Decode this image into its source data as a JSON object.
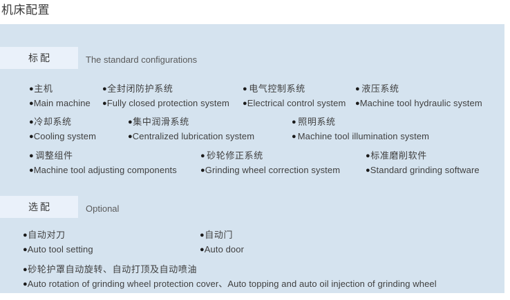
{
  "page": {
    "title": "机床配置"
  },
  "colors": {
    "panel_background": "#d5e3ef",
    "tag_background": "#eaf1fa",
    "text": "#3f3f3f",
    "title_text": "#3b3b3b",
    "caption_text": "#5a5a5a",
    "bullet": "#1b1b1b",
    "page_background": "#ffffff"
  },
  "bullet_glyph": "●",
  "sections": [
    {
      "tag": "标配",
      "caption": "The standard configurations",
      "rows": [
        {
          "items": [
            {
              "cn": "主机",
              "en": "Main machine"
            },
            {
              "cn": "全封闭防护系统",
              "en": "Fully closed protection system"
            },
            {
              "cn": "电气控制系统",
              "en": "Electrical control system"
            },
            {
              "cn": "液压系统",
              "en": "Machine tool hydraulic system"
            }
          ]
        },
        {
          "items": [
            {
              "cn": "冷却系统",
              "en": "Cooling system"
            },
            {
              "cn": "集中润滑系统",
              "en": "Centralized lubrication system"
            },
            {
              "cn": "照明系统",
              "en": "Machine tool illumination system"
            }
          ]
        },
        {
          "items": [
            {
              "cn": "调整组件",
              "en": "Machine tool adjusting components"
            },
            {
              "cn": "砂轮修正系统",
              "en": "Grinding wheel correction system"
            },
            {
              "cn": "标准磨削软件",
              "en": "Standard grinding software"
            }
          ]
        }
      ]
    },
    {
      "tag": "选配",
      "caption": "Optional",
      "rows": [
        {
          "items": [
            {
              "cn": "自动对刀",
              "en": "Auto tool setting"
            },
            {
              "cn": "自动门",
              "en": "Auto door"
            }
          ]
        },
        {
          "items": [
            {
              "cn": "砂轮护罩自动旋转、自动打顶及自动喷油",
              "en": "Auto rotation of grinding wheel protection cover、Auto topping and auto oil injection of grinding wheel"
            }
          ]
        }
      ]
    }
  ]
}
